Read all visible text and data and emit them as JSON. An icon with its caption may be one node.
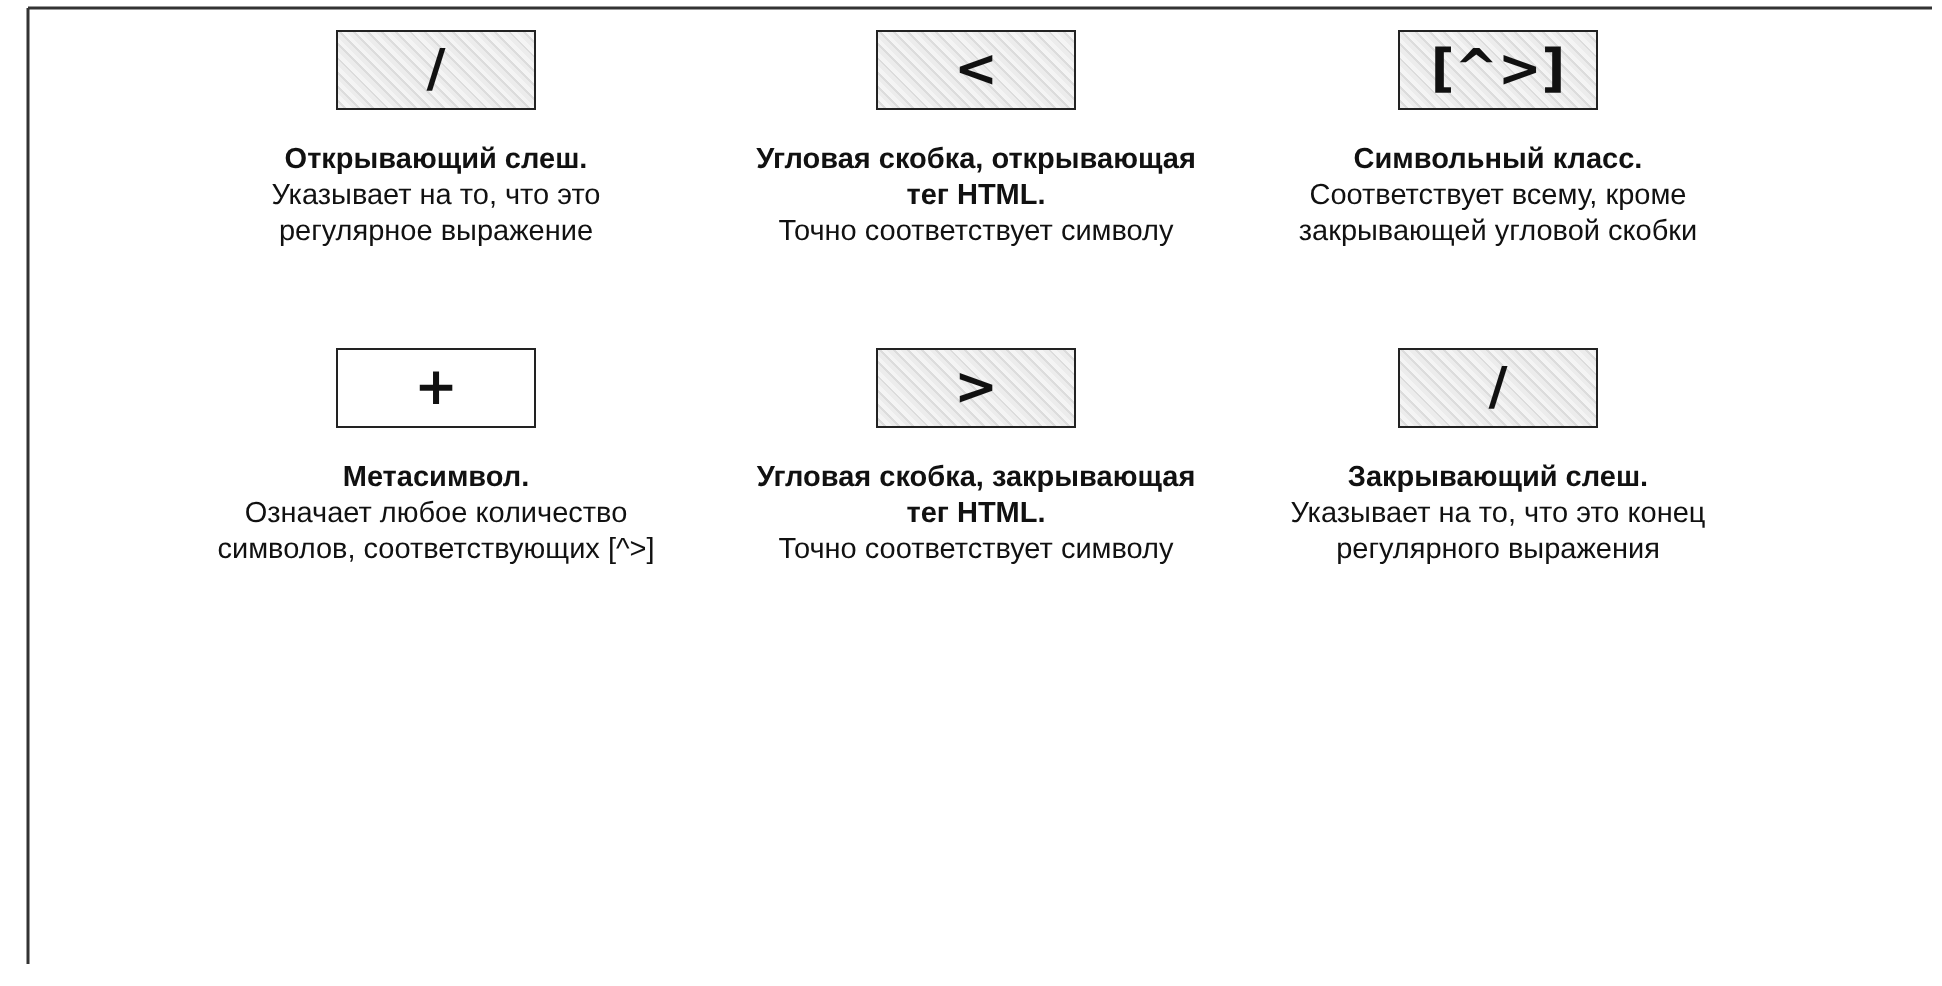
{
  "diagram": {
    "nodes": [
      {
        "text": [
          "/"
        ],
        "beside": [
          "Открывающий слеш.",
          "Указывает на то, что это регулярное выражение"
        ]
      },
      {
        "text": [
          "<"
        ],
        "beside": [
          "Угловая скобка, открывающая тег HTML.",
          "Точно соответствует символу"
        ]
      },
      {
        "text": [
          "[^>]"
        ],
        "beside": [
          "Символьный класс.",
          "Соответствует всему, кроме закрывающей угловой скобки"
        ]
      },
      {
        "text": [
          "+"
        ],
        "beside": [
          "Метасимвол.",
          "Означает любое количество символов, соответствующих [^>]"
        ]
      },
      {
        "text": [
          ">"
        ],
        "beside": [
          "Угловая скобка, закрывающая тег HTML.",
          "Точно соответствует символу"
        ]
      },
      {
        "text": [
          "/"
        ],
        "beside": [
          "Закрывающий слеш.",
          "Указывает на то, что это конец регулярного выражения"
        ]
      }
    ]
  }
}
